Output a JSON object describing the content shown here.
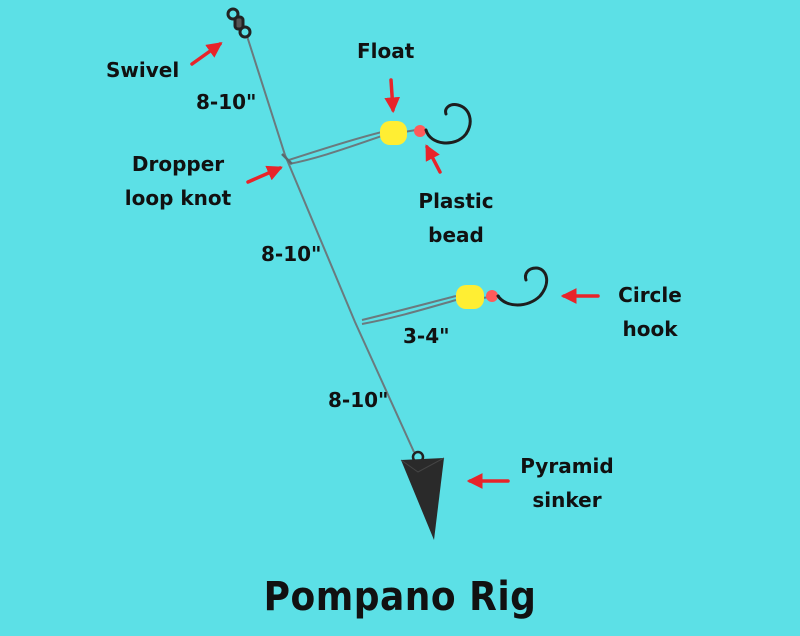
{
  "colors": {
    "background": "#5ce0e6",
    "line": "#6a7a7e",
    "float": "#ffee33",
    "bead": "#ff5a5a",
    "arrow": "#e8242a",
    "sinker": "#2a2a2a"
  },
  "labels": {
    "swivel": "Swivel",
    "float": "Float",
    "dropper_line1": "Dropper",
    "dropper_line2": "loop knot",
    "bead_line1": "Plastic",
    "bead_line2": "bead",
    "hook_line1": "Circle",
    "hook_line2": "hook",
    "sinker_line1": "Pyramid",
    "sinker_line2": "sinker"
  },
  "measurements": {
    "top": "8-10\"",
    "middle": "8-10\"",
    "dropper": "3-4\"",
    "bottom": "8-10\""
  },
  "title": "Pompano Rig"
}
